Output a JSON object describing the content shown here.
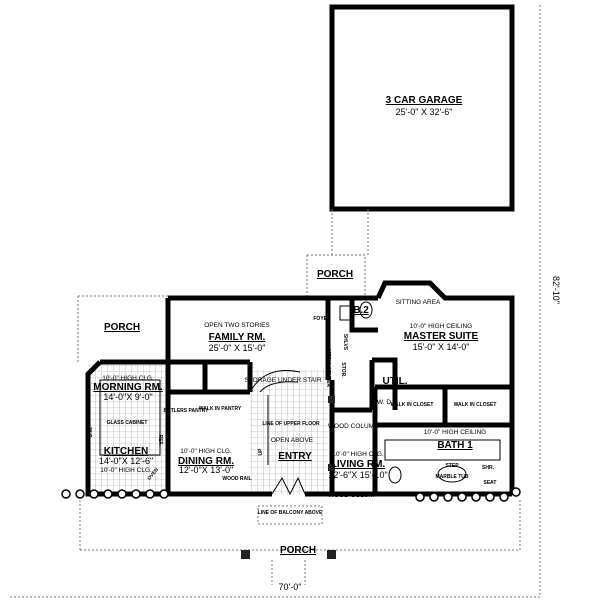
{
  "garage": {
    "name": "3 CAR GARAGE",
    "size": "25'-0\" X 32'-6\""
  },
  "porch_rear": "PORCH",
  "porch_left": "PORCH",
  "porch_front": "PORCH",
  "bath2": "B.2",
  "foyer": "FOYER",
  "shelves": "SHLVS",
  "media_center": "MEDIA CENTER",
  "storage": "STOR.",
  "sitting_area": "SITTING AREA",
  "family_room": {
    "note": "OPEN TWO STORIES",
    "name": "FAMILY RM.",
    "size": "25'-0\" X 15'-0\""
  },
  "master_suite": {
    "note": "10'-0\" HIGH CEILING",
    "name": "MASTER SUITE",
    "size": "15'-0\" X 14'-0\""
  },
  "morning_room": {
    "note": "10'-0\" HIGH CLG.",
    "name": "MORNING RM.",
    "size": "14'-0\"X 9'-0\""
  },
  "storage_under_stair": "STORAGE UNDER STAIR",
  "util": {
    "name": "UTIL.",
    "wd": "W.  D."
  },
  "walk_in_closet_left": "WALK IN CLOSET",
  "walk_in_closet_right": "WALK IN CLOSET",
  "butlers_pantry": "BUTLERS PANTRY",
  "walk_in_pantry": "WALK IN PANTRY",
  "glass_cabinet": "GLASS CABINET",
  "dw": "D.W.",
  "ref": "REF.",
  "oven": "OVEN",
  "kitchen": {
    "name": "KITCHEN",
    "size": "14'-0\"X 12'-6\"",
    "note": "10'-0\" HIGH CLG."
  },
  "dining_room": {
    "note": "10'-0\" HIGH CLG.",
    "name": "DINING RM.",
    "size": "12'-0\"X 13'-0\""
  },
  "wood_rail": "WOOD RAIL",
  "line_of_upper_floor": "LINE OF UPPER FLOOR",
  "open_above": "OPEN ABOVE",
  "entry": "ENTRY",
  "up": "UP",
  "wood_colum_top": "WOOD COLUM",
  "wood_colum_bottom": "WOOD COLUM",
  "living_room": {
    "note": "10'-0\" HIGH CLG.",
    "name": "LIVING RM.",
    "size": "12'-6\"X 15'-10\""
  },
  "bath1": {
    "note": "10'-0\" HIGH CEILING",
    "name": "BATH 1",
    "step": "STEP",
    "tub": "MARBLE TUB",
    "shower": "SHR.",
    "seat": "SEAT"
  },
  "line_of_balcony": "LINE OF BALCONY ABOVE",
  "dimensions": {
    "width": "70'-0\"",
    "depth": "82'-10\""
  }
}
